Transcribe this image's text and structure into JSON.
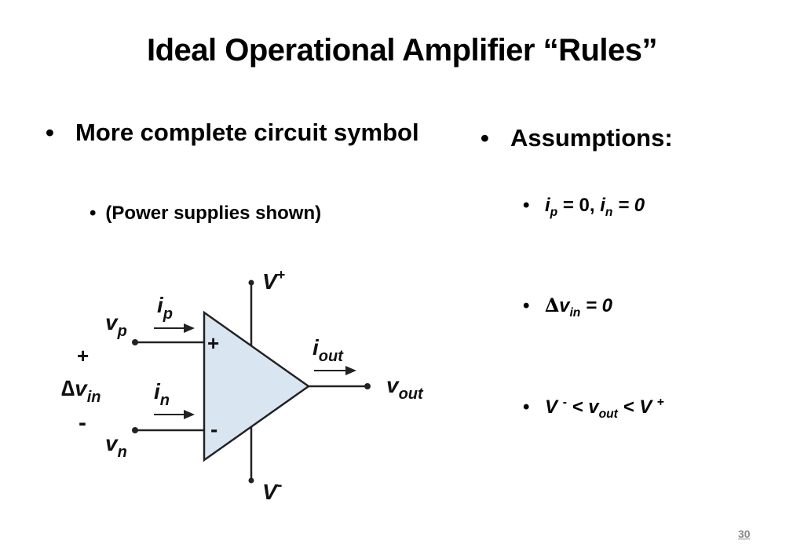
{
  "title": "Ideal Operational Amplifier “Rules”",
  "left": {
    "bullet": "More complete circuit symbol",
    "sub_bullet": "(Power supplies shown)"
  },
  "right": {
    "bullet": "Assumptions:",
    "items": [
      {
        "i": "i",
        "p": "p",
        "eq1": " = 0, ",
        "i2": "i",
        "n": "n",
        "eq2": " = 0"
      },
      {
        "delta": "∆",
        "v": "v",
        "in": "in",
        "eq": " = 0"
      },
      {
        "V": "V ",
        "minus": "-",
        "lt1": " < v",
        "out": "out",
        "lt2": " < V ",
        "plus": "+"
      }
    ]
  },
  "bullet_char": "•",
  "diagram": {
    "v_plus": "V",
    "v_plus_sup": "+",
    "v_minus": "V",
    "v_minus_sup": "-",
    "ip": "i",
    "ip_sub": "p",
    "in": "i",
    "in_sub": "n",
    "iout": "i",
    "iout_sub": "out",
    "vp": "v",
    "vp_sub": "p",
    "vn": "v",
    "vn_sub": "n",
    "vout": "v",
    "vout_sub": "out",
    "dvin": "∆v",
    "dvin_sub": "in",
    "plus_sign": "+",
    "minus_sign": "-",
    "opamp_plus": "+",
    "opamp_minus": "-",
    "triangle_fill": "#d9e6f2"
  },
  "page_number": "30"
}
